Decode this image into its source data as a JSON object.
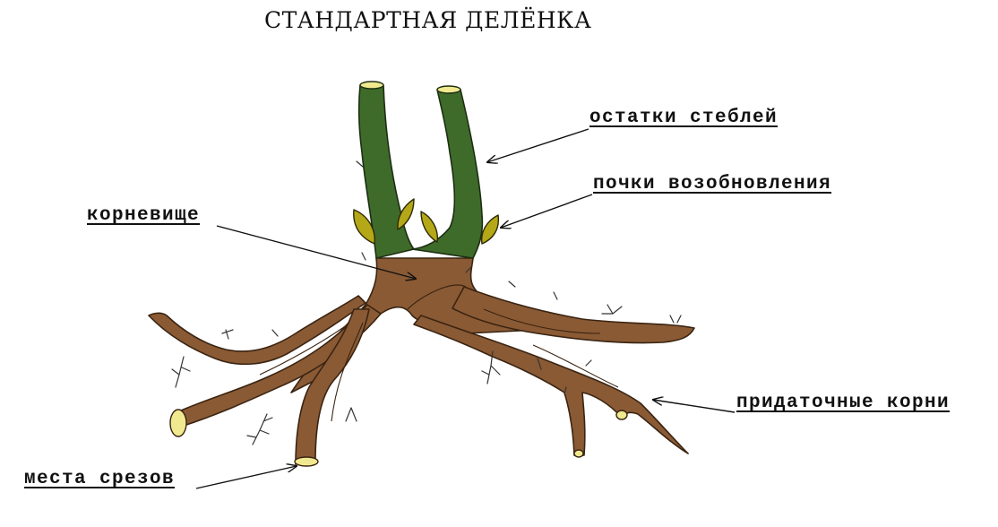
{
  "title": "СТАНДАРТНАЯ  ДЕЛЁНКА",
  "labels": {
    "stems": "остатки стеблей",
    "buds": "почки возобновления",
    "rhizome": "корневище",
    "roots": "придаточные корни",
    "cuts": "места срезов"
  },
  "colors": {
    "stem": "#3f6b2a",
    "stem_outline": "#1c2e12",
    "root": "#8a5a34",
    "root_outline": "#3a2412",
    "bud": "#b5a818",
    "cut": "#f1e98f",
    "rootlet": "#333333"
  }
}
